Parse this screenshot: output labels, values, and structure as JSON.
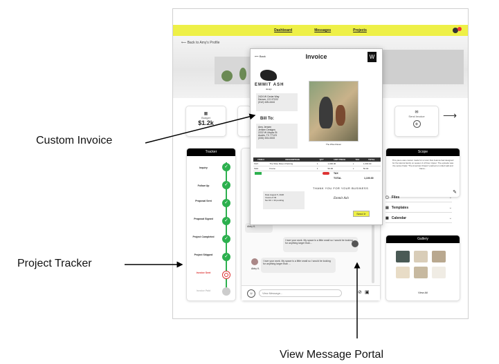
{
  "nav": {
    "dashboard": "Dashboard",
    "messages": "Messages",
    "projects": "Projects"
  },
  "back_link": "Back to Amy's Profile",
  "budget": {
    "label": "Budget",
    "value": "$1.2k"
  },
  "send_invoice": {
    "label": "Send Invoice"
  },
  "tracker": {
    "title": "Tracker",
    "steps": [
      "Inquiry",
      "Follow Up",
      "Proposal Sent",
      "Proposal Signed",
      "Project Completed",
      "Project Shipped",
      "Invoice Sent",
      "Invoice Paid"
    ]
  },
  "scope": {
    "title": "Scope",
    "text": "This piece was custom made for a room that Joanna had designed for the Hamra family on season 4 of Fixer Upper. The episode was the series finale \"The American Dream\" painted on rolled wall and frame..."
  },
  "lists": {
    "files": "Files",
    "templates": "Templates",
    "calendar": "Calendar"
  },
  "gallery": {
    "title": "Gallery",
    "link": "View All"
  },
  "messages": {
    "m1": "I love your work. My space is a little small so I would be looking for anything larger than...",
    "m2": "I love your work. My space is a little small so I would be looking for anything larger than ...",
    "sender": "Abby K.",
    "input_placeholder": "View Message..."
  },
  "invoice": {
    "title": "Invoice",
    "back": "Back",
    "brand": "EMMIT ASH",
    "brand_sub": "design",
    "from_address": "2424 W Cedar Way\nDenver, CO 97222\n(312) 445-4444",
    "bill_to_label": "Bill To:",
    "bill_to_address": "Amy Jensen\nJensen Designs\n2222 W Utopia St\nAustin, TX 77123\n(333) 333-3333",
    "art_caption": "The Wise Raven",
    "table_headers": [
      "ITEM #",
      "DESCRIPTION",
      "QTY",
      "UNIT PRICE",
      "TAX",
      "TOTAL"
    ],
    "rows": [
      [
        "1WJ",
        "The Wise Raven Painting",
        "1",
        "1,000.00",
        "x",
        "1,000.00"
      ],
      [
        "SHH",
        "Frame",
        "1",
        "50.00",
        "x",
        "50.00"
      ]
    ],
    "tax_label": "TAX",
    "total_label": "TOTAL",
    "total_value": "1,100.00",
    "thank_you": "THANK YOU FOR YOUR BUSINESS",
    "signature": "Emmit Ash",
    "send": "Send",
    "notes": "Date August 5, 2020\nInvoice # 49\nNet 30 × 30 pending"
  },
  "callouts": {
    "custom_invoice": "Custom Invoice",
    "project_tracker": "Project Tracker",
    "view_message": "View Message Portal"
  }
}
